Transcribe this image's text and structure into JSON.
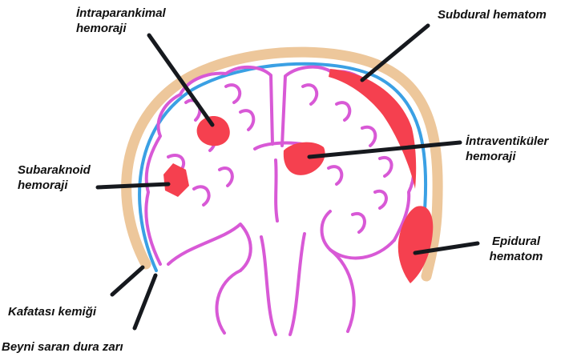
{
  "labels": {
    "intraparenchymal": "İntraparankimal\nhemoraji",
    "subdural": "Subdural hematom",
    "intraventricular": "İntraventiküler\nhemoraji",
    "subarachnoid": "Subaraknoid\nhemoraji",
    "epidural": "Epidural\nhematom",
    "skull": "Kafatası kemiği",
    "dura": "Beyni saran dura zarı"
  },
  "colors": {
    "skull": "#EDC79B",
    "dura": "#3AA0E4",
    "brain": "#D859D6",
    "blood": "#F5404F",
    "pointer": "#16191E",
    "text": "#111111"
  }
}
